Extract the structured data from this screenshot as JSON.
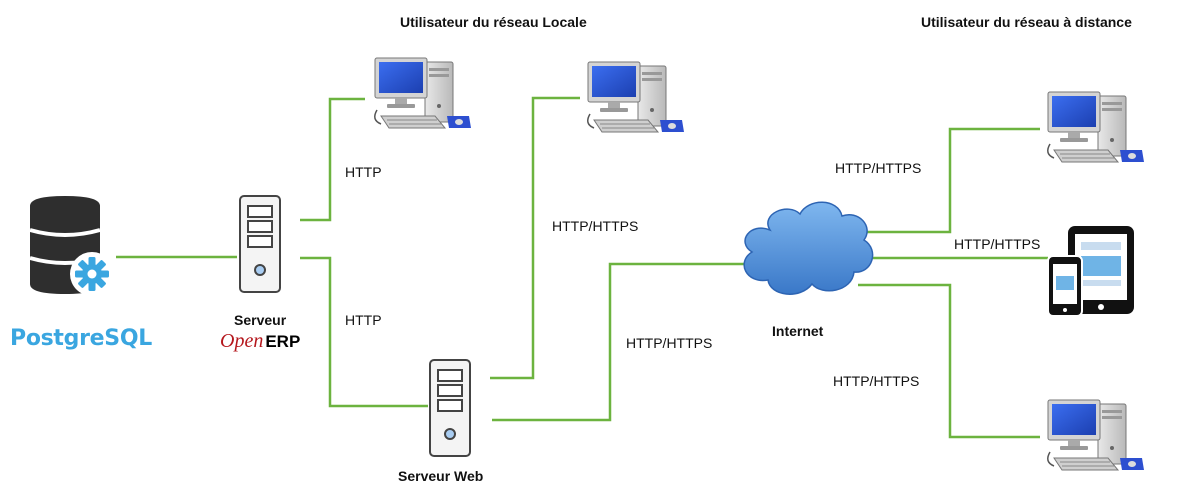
{
  "titles": {
    "local_users": "Utilisateur du réseau Locale",
    "remote_users": "Utilisateur du réseau à distance"
  },
  "nodes": {
    "database": {
      "label": "PostgreSQL",
      "icon": "database-gear-icon"
    },
    "erp_server": {
      "label": "Serveur",
      "logo_open": "Open",
      "logo_erp": "ERP",
      "icon": "server-icon"
    },
    "web_server": {
      "label": "Serveur Web",
      "icon": "server-icon"
    },
    "internet": {
      "label": "Internet",
      "icon": "cloud-icon"
    },
    "local_pc_1": {
      "icon": "desktop-computer-icon"
    },
    "local_pc_2": {
      "icon": "desktop-computer-icon"
    },
    "remote_pc_1": {
      "icon": "desktop-computer-icon"
    },
    "remote_mobile": {
      "icon": "tablet-phone-icon"
    },
    "remote_pc_2": {
      "icon": "desktop-computer-icon"
    }
  },
  "links": {
    "erp_to_local_pc": "HTTP",
    "erp_to_web_server": "HTTP",
    "web_to_local_pc": "HTTP/HTTPS",
    "web_to_internet": "HTTP/HTTPS",
    "internet_to_remote_pc_1": "HTTP/HTTPS",
    "internet_to_mobile": "HTTP/HTTPS",
    "internet_to_remote_pc_2": "HTTP/HTTPS"
  },
  "colors": {
    "link": "#6cb33f",
    "postgres_blue": "#3aa6e0",
    "cloud_blue": "#4a8fd6",
    "screen_blue": "#2c57d8",
    "open_red": "#b5171d"
  }
}
